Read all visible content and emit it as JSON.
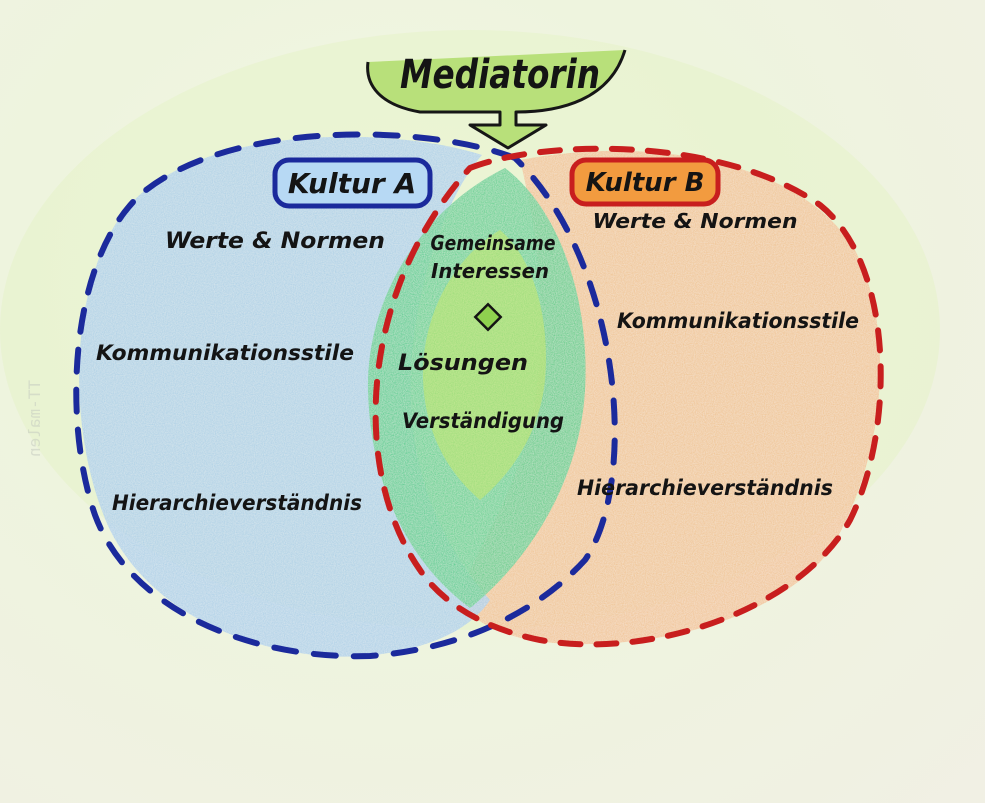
{
  "mediator": {
    "label": "Mediatorin"
  },
  "culture_a": {
    "title": "Kultur A",
    "items": [
      "Werte & Normen",
      "Kommunikationsstile",
      "Hierarchieverständnis"
    ]
  },
  "culture_b": {
    "title": "Kultur B",
    "items": [
      "Werte & Normen",
      "Kommunikationsstile",
      "Hierarchieverständnis"
    ]
  },
  "overlap": {
    "items": [
      "Gemeinsame",
      "Interessen",
      "Lösungen",
      "Verständigung"
    ]
  },
  "colors": {
    "culture_a_outline": "#1b2a9c",
    "culture_a_fill": "#a9cdea",
    "culture_b_outline": "#c81e1e",
    "culture_b_fill": "#f2c08f",
    "overlap_fill": "#5fcf8f",
    "arrow_fill": "#b8e07a",
    "diamond_fill": "#8fd14f"
  },
  "margin_mark": {
    "text": "TT-malen"
  }
}
